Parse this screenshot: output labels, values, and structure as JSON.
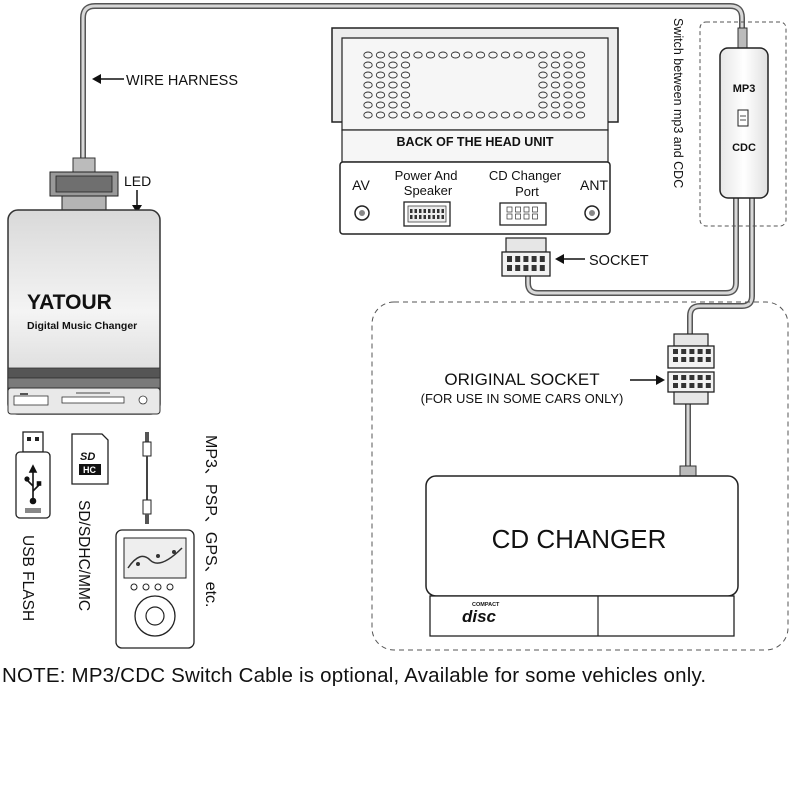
{
  "labels": {
    "wire_harness": "WIRE HARNESS",
    "led": "LED",
    "brand": "YATOUR",
    "brand_sub": "Digital Music Changer",
    "back_head_unit": "BACK OF THE HEAD UNIT",
    "av": "AV",
    "power_speaker_1": "Power And",
    "power_speaker_2": "Speaker",
    "cd_changer_port_1": "CD Changer",
    "cd_changer_port_2": "Port",
    "ant": "ANT",
    "socket": "SOCKET",
    "switch_note": "Switch between mp3 and CDC",
    "mp3": "MP3",
    "cdc": "CDC",
    "original_socket": "ORIGINAL SOCKET",
    "original_socket_sub": "(FOR USE IN SOME CARS ONLY)",
    "cd_changer": "CD CHANGER",
    "compact_disc": "disc",
    "compact_disc_top": "COMPACT",
    "usb_flash": "USB FLASH",
    "sd_sdhc_mmc": "SD/SDHC/MMC",
    "media_players": "MP3、PSP、GPS、etc.",
    "sd_logo": "SD",
    "hc_logo": "HC"
  },
  "note": "NOTE: MP3/CDC Switch Cable is optional, Available for some vehicles only."
}
